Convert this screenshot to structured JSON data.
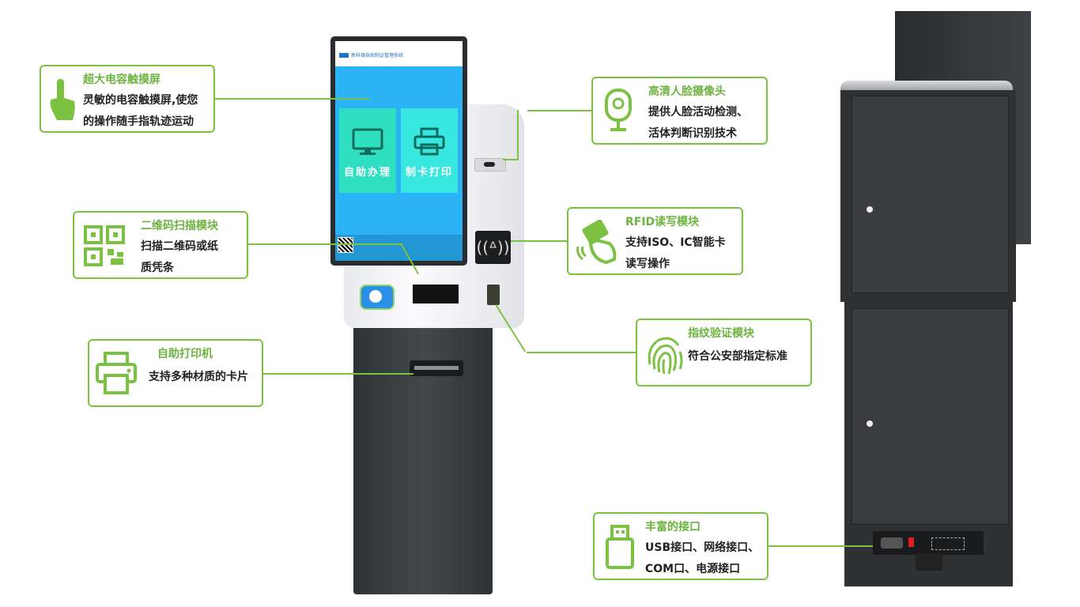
{
  "colors": {
    "accent_green": "#7cc242",
    "title_green": "#6db33f",
    "screen_blue": "#2bb3f5",
    "tile_green": "#2ee0c0",
    "tile_cyan": "#38e8e0",
    "cabinet": "#3a3d40"
  },
  "kiosk_screen": {
    "app_title": "新科德自助制证管理系统",
    "tiles": [
      {
        "label": "自助办理",
        "icon": "monitor-icon"
      },
      {
        "label": "制卡打印",
        "icon": "printer-icon"
      }
    ]
  },
  "callouts": {
    "touchscreen": {
      "title": "超大电容触摸屏",
      "lines": [
        "灵敏的电容触摸屏,使您",
        "的操作随手指轨迹运动"
      ],
      "icon": "hand-touch-icon"
    },
    "qr": {
      "title": "二维码扫描模块",
      "lines": [
        "扫描二维码或纸",
        "质凭条"
      ],
      "icon": "qr-code-icon"
    },
    "printer": {
      "title": "自助打印机",
      "lines": [
        "支持多种材质的卡片"
      ],
      "icon": "printer-icon"
    },
    "camera": {
      "title": "高清人脸摄像头",
      "lines": [
        "提供人脸活动检测、",
        "活体判断识别技术"
      ],
      "icon": "camera-icon"
    },
    "rfid": {
      "title": "RFID读写模块",
      "lines": [
        "支持ISO、IC智能卡",
        "读写操作"
      ],
      "icon": "rfid-card-icon"
    },
    "fingerprint": {
      "title": "指纹验证模块",
      "lines": [
        "符合公安部指定标准"
      ],
      "icon": "fingerprint-icon"
    },
    "ports": {
      "title": "丰富的接口",
      "lines": [
        "USB接口、网络接口、",
        "COM口、电源接口"
      ],
      "icon": "usb-icon"
    }
  }
}
